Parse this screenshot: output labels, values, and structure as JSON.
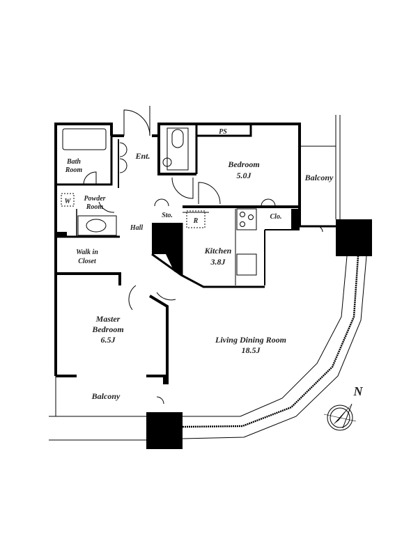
{
  "plan": {
    "rooms": {
      "bath_room_line1": "Bath",
      "bath_room_line2": "Room",
      "entrance": "Ent.",
      "ps": "PS",
      "bedroom": "Bedroom",
      "bedroom_size": "5.0J",
      "balcony_east": "Balcony",
      "washer": "W",
      "powder_room_line1": "Powder",
      "powder_room_line2": "Room",
      "storage": "Sto.",
      "refrigerator": "R",
      "closet": "Clo.",
      "hall": "Hall",
      "kitchen": "Kitchen",
      "kitchen_size": "3.8J",
      "walk_in_closet_line1": "Walk in",
      "walk_in_closet_line2": "Closet",
      "master_bedroom_line1": "Master",
      "master_bedroom_line2": "Bedroom",
      "master_bedroom_size": "6.5J",
      "living_dining": "Living Dining Room",
      "living_dining_size": "18.5J",
      "balcony_south": "Balcony"
    },
    "compass_label": "N",
    "colors": {
      "wall": "#000000",
      "background": "#ffffff",
      "text": "#222222"
    }
  }
}
